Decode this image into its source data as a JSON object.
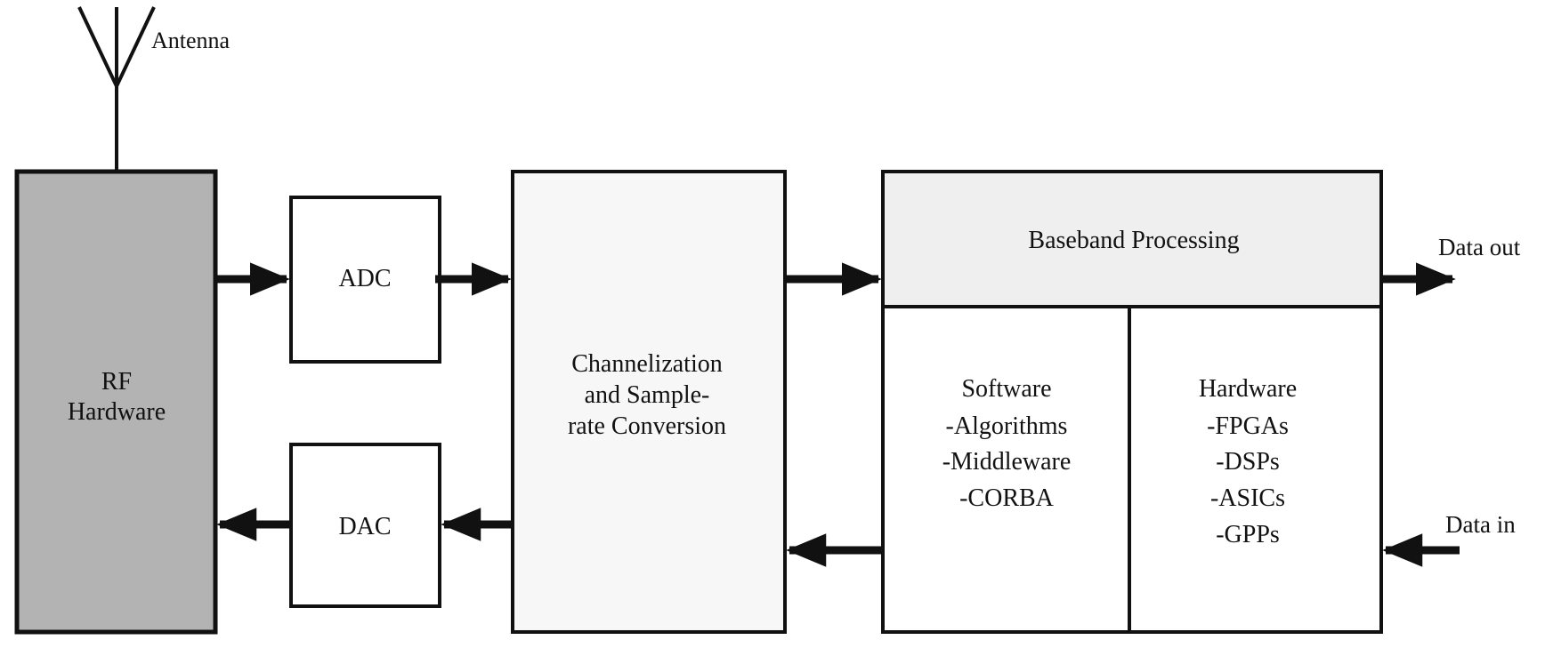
{
  "antenna": {
    "label": "Antenna"
  },
  "rf_hardware": {
    "line1": "RF",
    "line2": "Hardware"
  },
  "adc": {
    "label": "ADC"
  },
  "dac": {
    "label": "DAC"
  },
  "channelization": {
    "line1": "Channelization",
    "line2": "and Sample-",
    "line3": "rate Conversion"
  },
  "baseband": {
    "title": "Baseband Processing"
  },
  "software": {
    "title": "Software",
    "items": [
      "-Algorithms",
      "-Middleware",
      "-CORBA"
    ]
  },
  "hardware": {
    "title": "Hardware",
    "items": [
      "-FPGAs",
      "-DSPs",
      "-ASICs",
      "-GPPs"
    ]
  },
  "io": {
    "data_out": "Data out",
    "data_in": "Data in"
  },
  "colors": {
    "rf_fill": "#b3b3b3",
    "channel_fill": "#f7f7f7",
    "baseband_fill": "#efefef",
    "stroke": "#111111"
  }
}
